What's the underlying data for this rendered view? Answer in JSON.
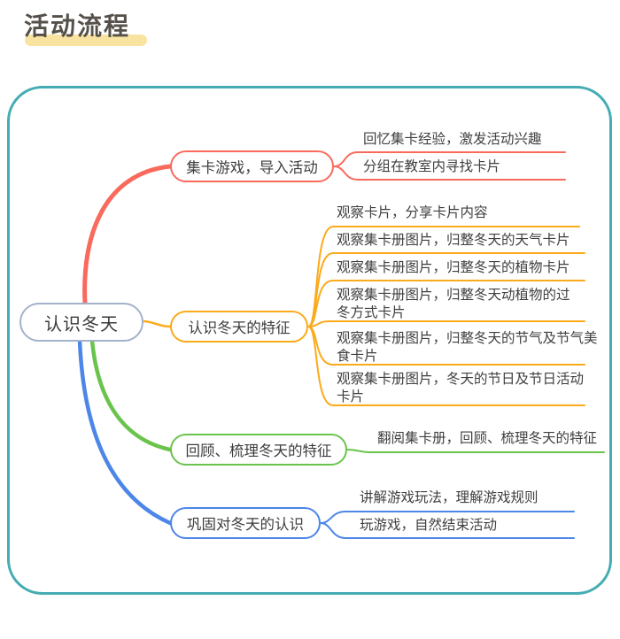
{
  "title": {
    "text": "活动流程"
  },
  "colors": {
    "container_border": "#45acb3",
    "central_border": "#a2b2cb",
    "title_highlight": "#f9e3a0",
    "red": "#f96a5c",
    "orange": "#fbaa1a",
    "green": "#6ac44c",
    "blue": "#4c86e8",
    "text": "#3f3f3f"
  },
  "root": {
    "label": "认识冬天"
  },
  "branches": [
    {
      "label": "集卡游戏，导入活动",
      "color": "#f96a5c",
      "children": [
        "回忆集卡经验，激发活动兴趣",
        "分组在教室内寻找卡片"
      ]
    },
    {
      "label": "认识冬天的特征",
      "color": "#fbaa1a",
      "children": [
        "观察卡片，分享卡片内容",
        "观察集卡册图片，归整冬天的天气卡片",
        "观察集卡册图片，归整冬天的植物卡片",
        "观察集卡册图片，归整冬天动植物的过冬方式卡片",
        "观察集卡册图片，归整冬天的节气及节气美食卡片",
        "观察集卡册图片，冬天的节日及节日活动卡片"
      ]
    },
    {
      "label": "回顾、梳理冬天的特征",
      "color": "#6ac44c",
      "children": [
        "翻阅集卡册，回顾、梳理冬天的特征"
      ]
    },
    {
      "label": "巩固对冬天的认识",
      "color": "#4c86e8",
      "children": [
        "讲解游戏玩法，理解游戏规则",
        "玩游戏，自然结束活动"
      ]
    }
  ]
}
